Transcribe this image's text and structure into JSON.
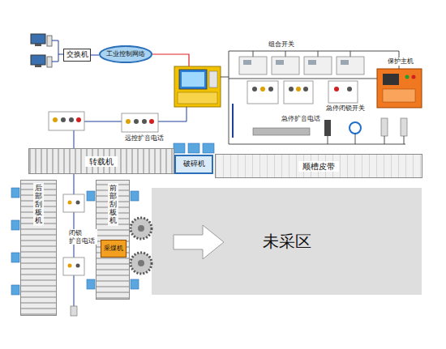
{
  "diagram": {
    "nodes": [
      {
        "text": [
          "交换机"
        ]
      },
      {
        "text": [
          "工业控制网络"
        ]
      },
      {
        "text": [
          "转载机"
        ]
      },
      {
        "text": [
          "破碎机"
        ]
      },
      {
        "text": [
          "顺槽皮带"
        ]
      },
      {
        "text": [
          "后部刮板机"
        ]
      },
      {
        "text": [
          "前部刮板机"
        ]
      },
      {
        "text": [
          "采煤机"
        ],
        "in": 6
      },
      {
        "text": [
          "未采区"
        ]
      }
    ],
    "edges": [
      {
        "from": 0,
        "to": 1,
        "arrow": "none"
      }
    ],
    "labels": [
      "组合开关",
      "保护主机",
      "急停扩音电话",
      "急停闭锁开关",
      "远控扩音电话",
      "闭锁 扩音电话"
    ]
  }
}
